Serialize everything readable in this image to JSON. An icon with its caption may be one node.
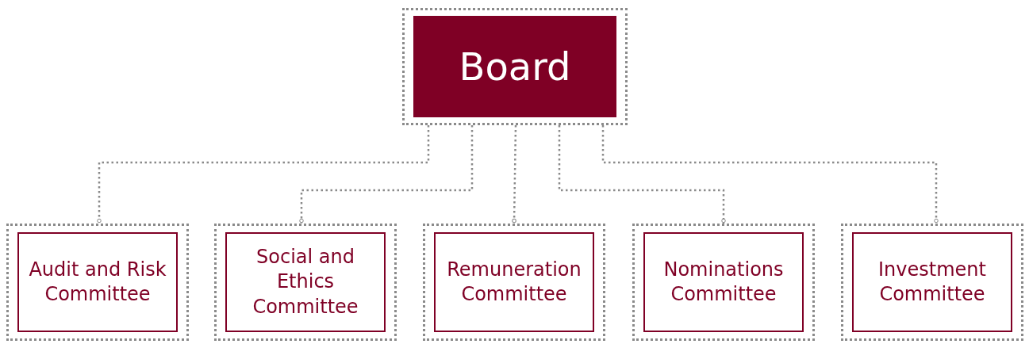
{
  "diagram": {
    "nodes": [
      {
        "text": [
          "Board"
        ]
      },
      {
        "text": [
          "Audit and Risk Committee"
        ]
      },
      {
        "text": [
          "Social and Ethics Committee"
        ]
      },
      {
        "text": [
          "Remuneration Committee"
        ]
      },
      {
        "text": [
          "Nominations Committee"
        ]
      },
      {
        "text": [
          "Investment Committee"
        ]
      }
    ],
    "edges": [
      {
        "from": 0,
        "to": 1,
        "arrow": "other",
        "style": "dashed"
      },
      {
        "from": 0,
        "to": 2,
        "arrow": "other",
        "style": "dashed"
      },
      {
        "from": 0,
        "to": 3,
        "arrow": "other",
        "style": "dashed"
      },
      {
        "from": 0,
        "to": 4,
        "arrow": "other",
        "style": "dashed"
      },
      {
        "from": 0,
        "to": 5,
        "arrow": "other",
        "style": "dashed"
      }
    ]
  }
}
